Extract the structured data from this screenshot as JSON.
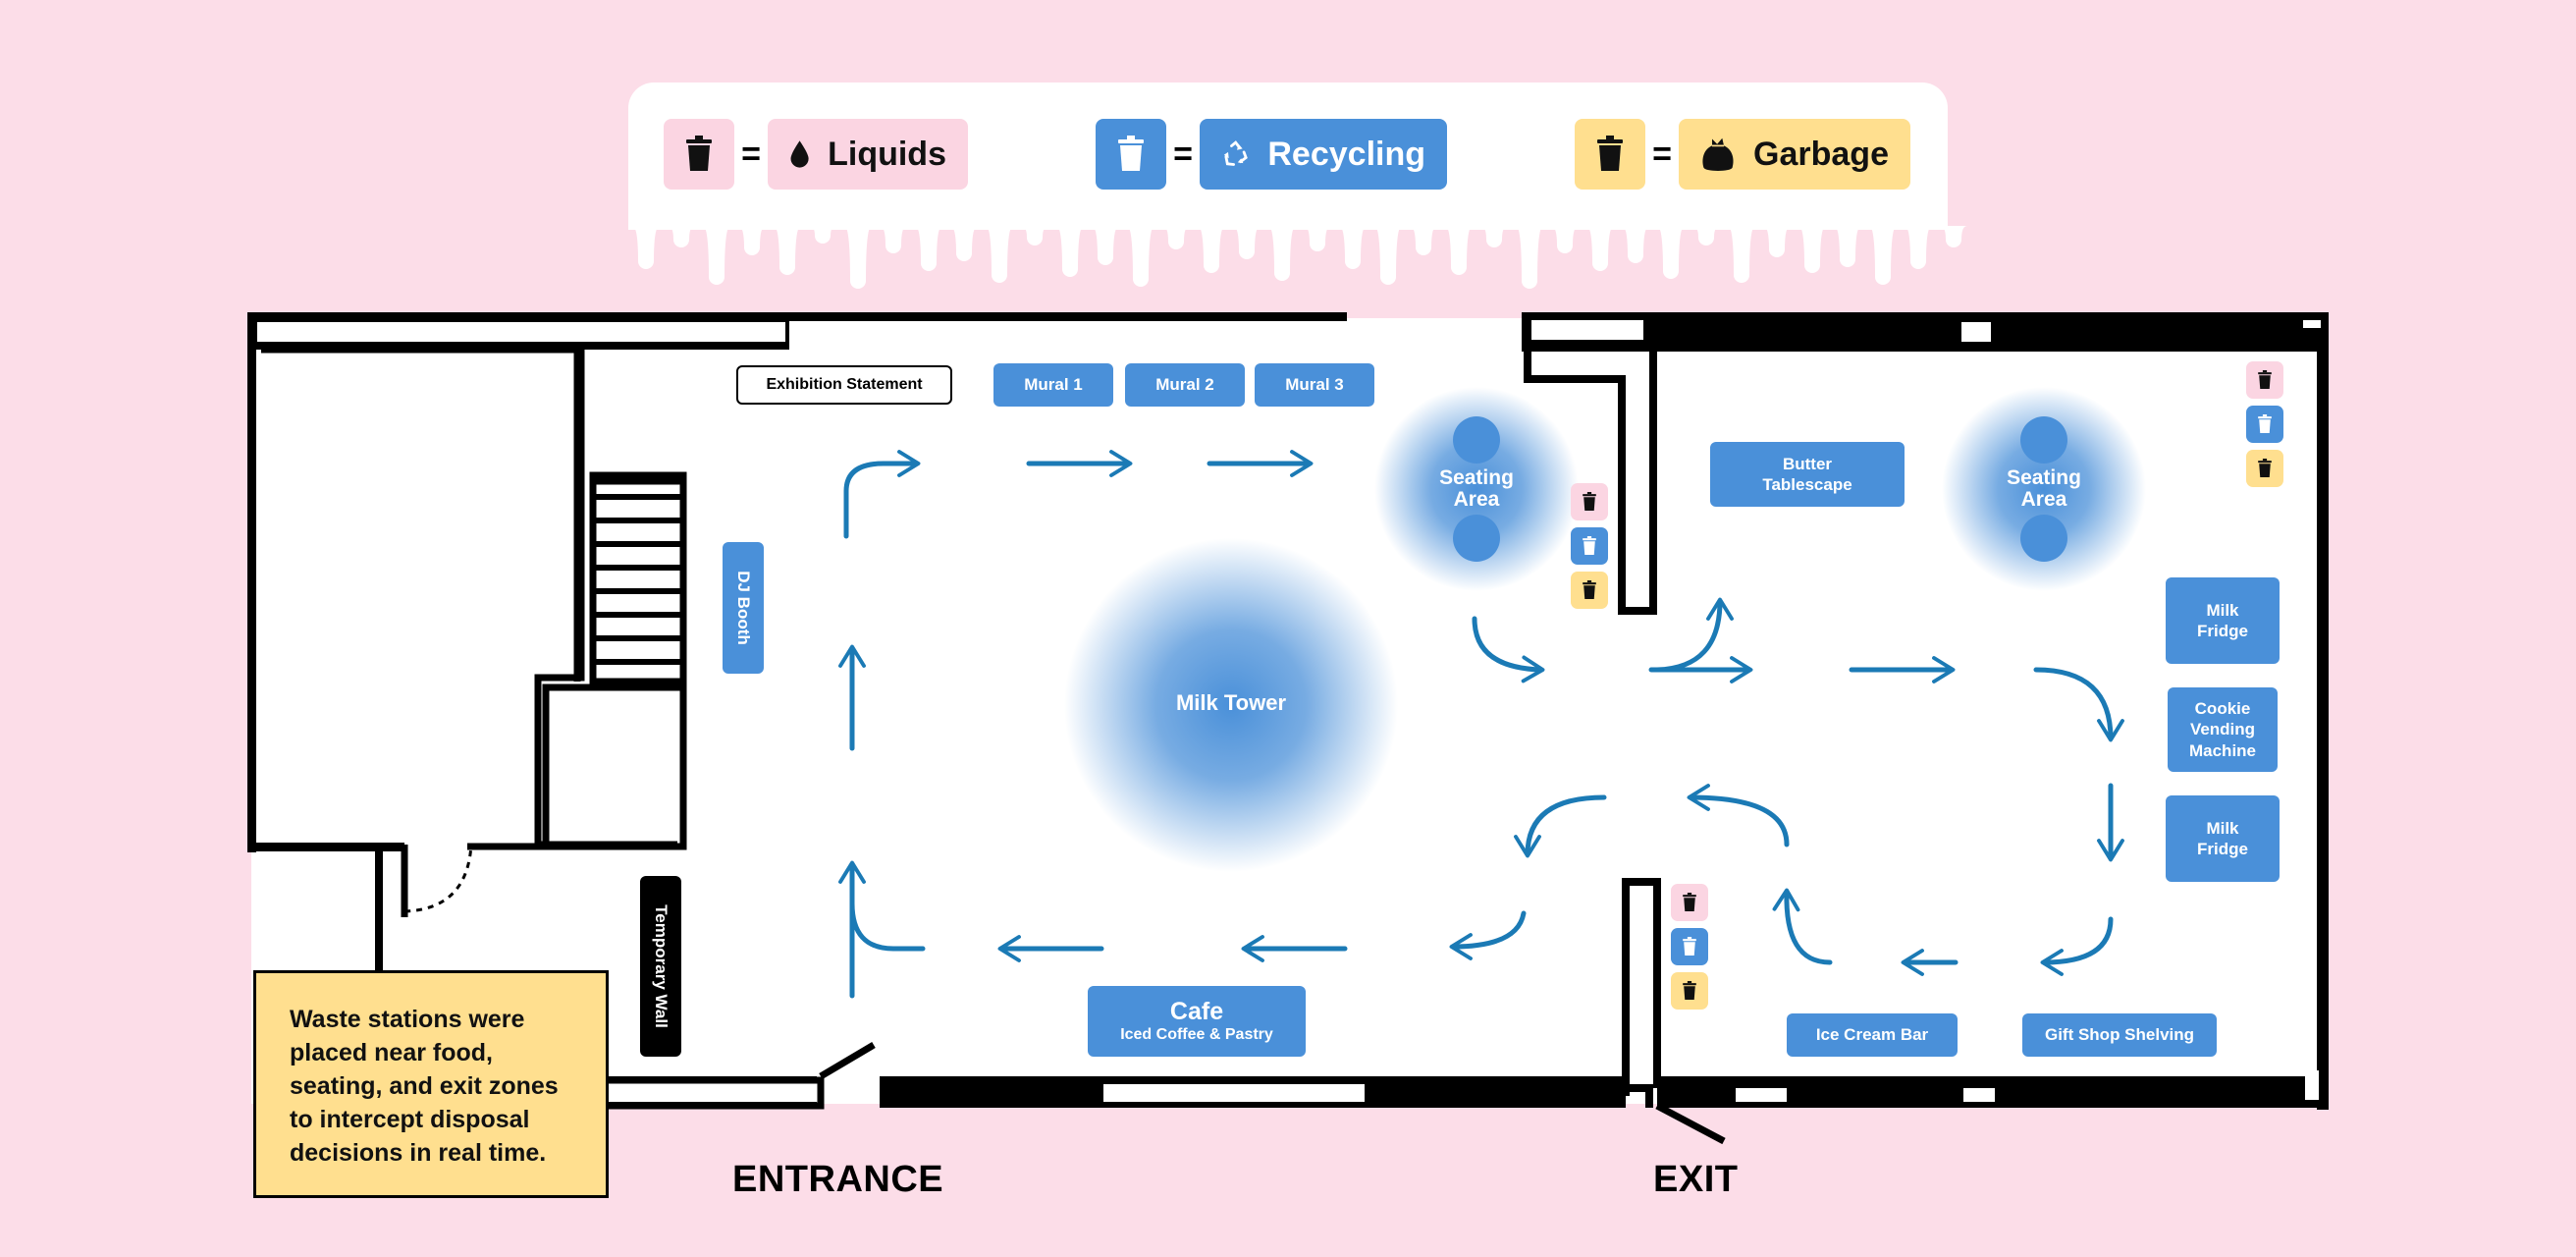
{
  "legend": {
    "liquids": {
      "label": "Liquids",
      "bin_color": "#FBD5E2",
      "bin_icon": "trash-icon",
      "type_icon": "droplet-icon"
    },
    "recycling": {
      "label": "Recycling",
      "bin_color": "#4A90D9",
      "bin_icon": "trash-icon",
      "type_icon": "recycle-icon"
    },
    "garbage": {
      "label": "Garbage",
      "bin_color": "#FFDF8F",
      "bin_icon": "trash-icon",
      "type_icon": "garbage-bag-icon"
    },
    "equals": "="
  },
  "labels": {
    "exhibition_statement": "Exhibition Statement",
    "mural_1": "Mural 1",
    "mural_2": "Mural 2",
    "mural_3": "Mural 3",
    "dj_booth": "DJ Booth",
    "temporary_wall": "Temporary Wall",
    "milk_tower": "Milk Tower",
    "seating_area": "Seating\nArea",
    "butter_tablescape": "Butter\nTablescape",
    "milk_fridge": "Milk\nFridge",
    "cookie_vending": "Cookie\nVending\nMachine",
    "cafe": "Cafe",
    "cafe_sub": "Iced Coffee & Pastry",
    "ice_cream_bar": "Ice Cream Bar",
    "gift_shop": "Gift Shop Shelving"
  },
  "note": "Waste stations were placed near food, seating, and exit zones to intercept disposal decisions in real time.",
  "entrance": "ENTRANCE",
  "exit": "EXIT",
  "colors": {
    "background": "#FCDDE8",
    "blue": "#4A90D9",
    "arrow": "#1B7AB5",
    "pink": "#FBD5E2",
    "yellow": "#FFDF8F"
  }
}
